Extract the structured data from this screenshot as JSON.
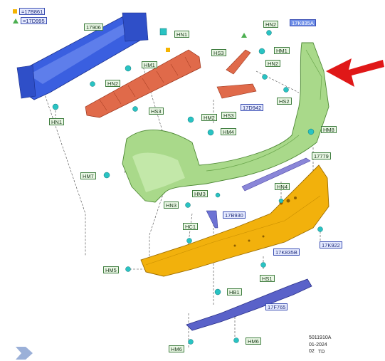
{
  "legend": [
    {
      "symbol": "square",
      "code": "=17B861",
      "color": "#f5b400"
    },
    {
      "symbol": "triangle",
      "code": "=17D995",
      "color": "#4caf50"
    }
  ],
  "labels": {
    "p17906": "17906",
    "hn1_top": "HN1",
    "hn2_top": "HN2",
    "p17K835A": "17K835A",
    "hs3_top": "HS3",
    "hm1_right": "HM1",
    "hm1_left": "HM1",
    "hn2_mid": "HN2",
    "hn2_left": "HN2",
    "hs3_mid": "HS3",
    "hs3_low": "HS3",
    "p17D942": "17D942",
    "hs2": "HS2",
    "hn1_left": "HN1",
    "hm2": "HM2",
    "hm4": "HM4",
    "hm8": "HM8",
    "p17779": "17779",
    "hm7": "HM7",
    "hm3": "HM3",
    "hn3": "HN3",
    "hn4": "HN4",
    "p17B930": "17B930",
    "hc1": "HC1",
    "p17K922": "17K922",
    "p17K835B": "17K835B",
    "hm5": "HM5",
    "hs1": "HS1",
    "hb1": "HB1",
    "p17F765": "17F765",
    "hm6_left": "HM6",
    "hm6_right": "HM6"
  },
  "footer": {
    "line1": "5011910A",
    "line2": "01-2024 02",
    "line3": "TD"
  },
  "colors": {
    "reinforcement_blue": "#3a5fe0",
    "absorber_red": "#e06a4a",
    "cover_green": "#a9d98a",
    "valance_orange": "#f2b10c",
    "lower_purple": "#5a62c9",
    "fastener_teal": "#29c3c3",
    "arrow_red": "#e01818"
  }
}
